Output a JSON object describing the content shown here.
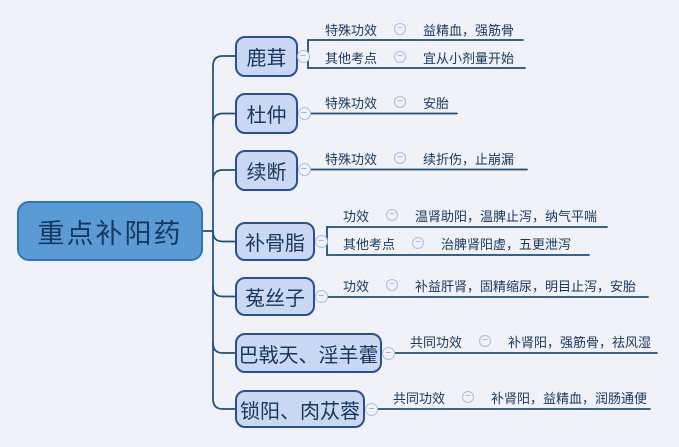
{
  "canvas": {
    "background_color": "#F0F2F7",
    "line_color": "#1F4E79",
    "central_fill": "#5B9BD5",
    "central_border": "#2E75B6",
    "topic_fill": "#CBD8F3",
    "topic_border": "#2B4E96",
    "text_color": "#17375E",
    "collapse_ring_color": "#A9BCE2"
  },
  "icons": {
    "collapse_glyph": "−"
  },
  "central": {
    "label": "重点补阳药"
  },
  "nodes": [
    {
      "label": "鹿茸",
      "rows": [
        {
          "label": "特殊功效",
          "value": "益精血，强筋骨"
        },
        {
          "label": "其他考点",
          "value": "宜从小剂量开始"
        }
      ]
    },
    {
      "label": "杜仲",
      "rows": [
        {
          "label": "特殊功效",
          "value": "安胎"
        }
      ]
    },
    {
      "label": "续断",
      "rows": [
        {
          "label": "特殊功效",
          "value": "续折伤，止崩漏"
        }
      ]
    },
    {
      "label": "补骨脂",
      "rows": [
        {
          "label": "功效",
          "value": "温肾助阳，温脾止泻，纳气平喘"
        },
        {
          "label": "其他考点",
          "value": "治脾肾阳虚，五更泄泻"
        }
      ]
    },
    {
      "label": "菟丝子",
      "rows": [
        {
          "label": "功效",
          "value": "补益肝肾，固精缩尿，明目止泻，安胎"
        }
      ]
    },
    {
      "label": "巴戟天、淫羊藿",
      "rows": [
        {
          "label": "共同功效",
          "value": "补肾阳，强筋骨，祛风湿"
        }
      ]
    },
    {
      "label": "锁阳、肉苁蓉",
      "rows": [
        {
          "label": "共同功效",
          "value": "补肾阳，益精血，润肠通便"
        }
      ]
    }
  ]
}
